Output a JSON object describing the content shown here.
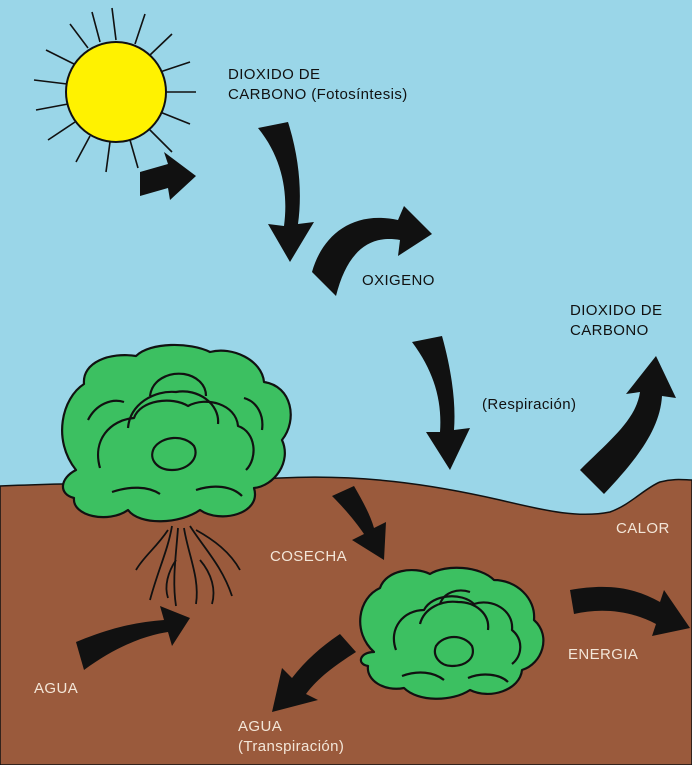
{
  "colors": {
    "sky": "#9ad6e8",
    "soil": "#9a5a3c",
    "sun": "#fff200",
    "leaf": "#3cc061",
    "outline": "#111111"
  },
  "labels": {
    "co2_photosynthesis_line1": "DIOXIDO DE",
    "co2_photosynthesis_line2": "CARBONO (Fotosíntesis)",
    "oxygen": "OXIGENO",
    "co2_respiration_line1": "DIOXIDO DE",
    "co2_respiration_line2": "CARBONO",
    "respiration": "(Respiración)",
    "heat": "CALOR",
    "harvest": "COSECHA",
    "energy": "ENERGIA",
    "water": "AGUA",
    "water_transpiration_line1": "AGUA",
    "water_transpiration_line2": "(Transpiración)"
  },
  "icons": [
    "sun-icon",
    "lettuce-plant-icon",
    "roots-icon",
    "arrow-icon"
  ]
}
